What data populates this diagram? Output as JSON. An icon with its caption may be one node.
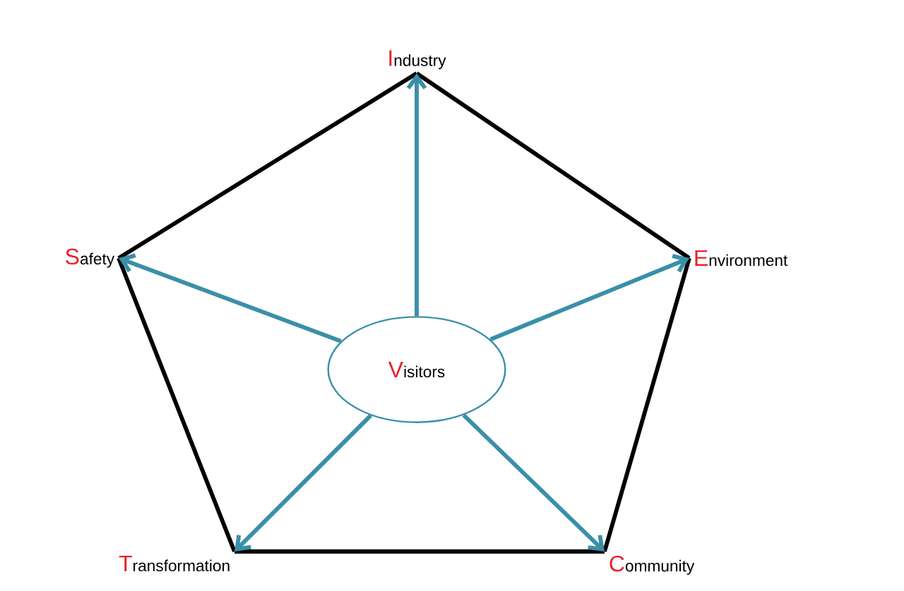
{
  "diagram": {
    "nodes": [
      {
        "text": [
          "**I**ndustry"
        ]
      },
      {
        "text": [
          "**S**afety"
        ]
      },
      {
        "text": [
          "**V**isitors"
        ]
      },
      {
        "text": [
          "**E**nvironment"
        ]
      },
      {
        "text": [
          "**T**ransformation"
        ]
      },
      {
        "text": [
          "**C**ommunity"
        ]
      }
    ],
    "edges": [
      {
        "from": 0,
        "to": 3,
        "arrow": "none",
        "color": "#000000"
      },
      {
        "from": 3,
        "to": 5,
        "arrow": "none",
        "color": "#000000"
      },
      {
        "from": 5,
        "to": 4,
        "arrow": "none",
        "color": "#000000"
      },
      {
        "from": 4,
        "to": 1,
        "arrow": "none",
        "color": "#000000"
      },
      {
        "from": 1,
        "to": 0,
        "arrow": "none",
        "color": "#000000"
      },
      {
        "from": 2,
        "to": 0,
        "arrow": "to",
        "color": "#3a8fa8"
      },
      {
        "from": 2,
        "to": 1,
        "arrow": "to",
        "color": "#3a8fa8"
      },
      {
        "from": 2,
        "to": 3,
        "arrow": "to",
        "color": "#3a8fa8"
      },
      {
        "from": 2,
        "to": 4,
        "arrow": "to",
        "color": "#3a8fa8"
      },
      {
        "from": 2,
        "to": 5,
        "arrow": "to",
        "color": "#3a8fa8"
      }
    ]
  }
}
